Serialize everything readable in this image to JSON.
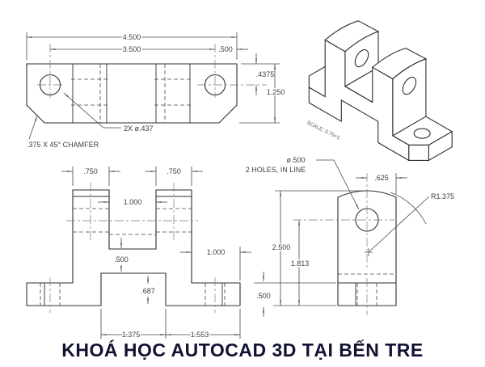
{
  "title": {
    "text": "KHOÁ HỌC AUTOCAD 3D TẠI BẾN TRE",
    "color": "#121232"
  },
  "line_color": "#2e2e2e",
  "top_view": {
    "dim_overall_width": "4.500",
    "dim_inner_width": "3.500",
    "dim_end_offset": ".500",
    "dim_hole_from_top": ".4375",
    "dim_height": "1.250",
    "note_holes": "2X ø.437",
    "note_chamfer": ".375 X 45° CHAMFER"
  },
  "front_view": {
    "dim_tower_left": ".750",
    "dim_tower_right": ".750",
    "dim_gap": "1.000",
    "dim_right_overhang": "1.000",
    "dim_web": ".500",
    "dim_notch_depth": ".687",
    "dim_notch_width": "1.375",
    "dim_right_bottom": "1.553"
  },
  "side_view": {
    "dim_top": ".625",
    "dim_radius": "R1.375",
    "note_hole_dia": "ø.500",
    "note_holes": "2 HOLES, IN LINE",
    "dim_height": "2.500",
    "dim_hole_height": "1.813",
    "dim_base": ".500"
  },
  "iso_view": {
    "scale_note": "SCALE: 0.75=1"
  }
}
